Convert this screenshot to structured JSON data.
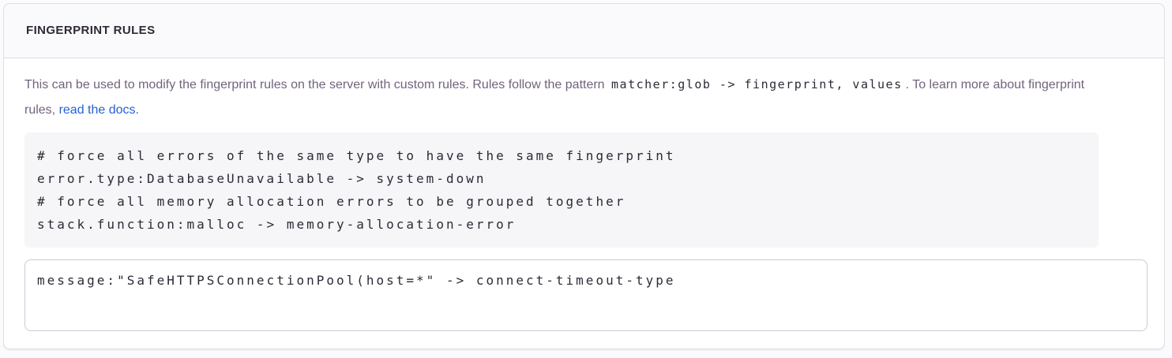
{
  "panel": {
    "title": "FINGERPRINT RULES"
  },
  "description": {
    "text_before": "This can be used to modify the fingerprint rules on the server with custom rules. Rules follow the pattern ",
    "pattern_code": "matcher:glob -> fingerprint, values",
    "text_after_code": ". To learn more about fingerprint rules, ",
    "link_label": "read the docs."
  },
  "code_example": {
    "lines": [
      "# force all errors of the same type to have the same fingerprint",
      "error.type:DatabaseUnavailable -> system-down",
      "# force all memory allocation errors to be grouped together",
      "stack.function:malloc -> memory-allocation-error"
    ]
  },
  "rules_input": {
    "value": "message:\"SafeHTTPSConnectionPool(host=*\" -> connect-timeout-type"
  },
  "colors": {
    "link": "#2562d4",
    "heading_text": "#2f2936",
    "description_text": "#71637e",
    "panel_border": "#e0dce4",
    "header_bg": "#faf9fb",
    "code_bg": "#f6f5f8",
    "input_border": "#d0c9d8"
  }
}
